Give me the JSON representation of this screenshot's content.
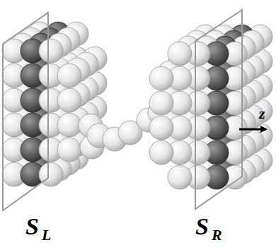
{
  "diagram": {
    "labels": [
      "S",
      "L",
      "S",
      "R",
      "z"
    ]
  }
}
